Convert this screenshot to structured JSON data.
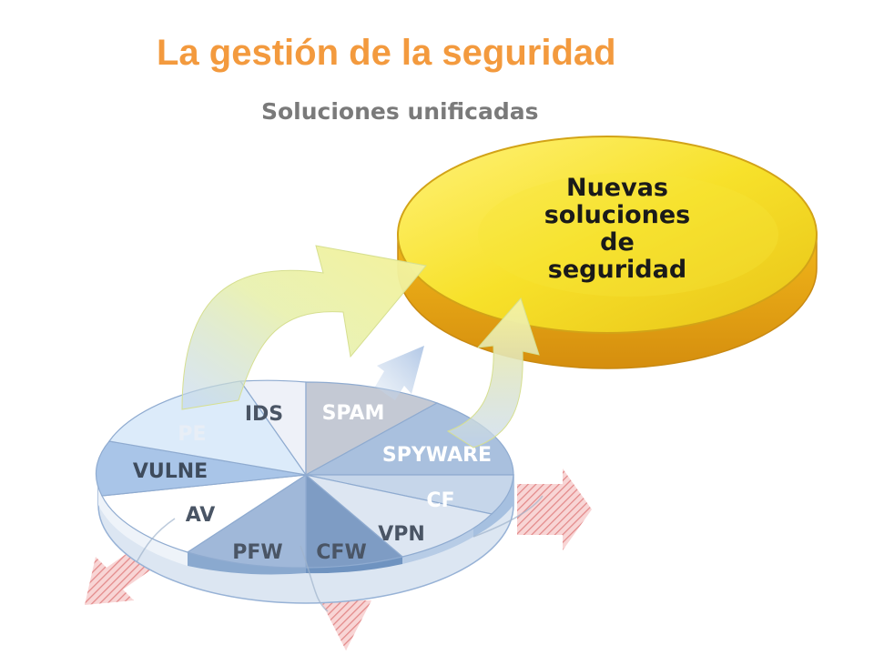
{
  "title": "La gestión de la seguridad",
  "subtitle": "Soluciones unificadas",
  "coin": {
    "lines": [
      "Nuevas",
      "soluciones",
      "de",
      "seguridad"
    ]
  },
  "pie": {
    "segments": [
      "IDS",
      "SPAM",
      "SPYWARE",
      "CF",
      "VPN",
      "CFW",
      "PFW",
      "AV",
      "VULNE",
      "PE"
    ]
  },
  "colors": {
    "title": "#F39A3E",
    "subtitle": "#7A7A7A",
    "coin": "#F2D21C",
    "pie": "#8FB4DC"
  }
}
